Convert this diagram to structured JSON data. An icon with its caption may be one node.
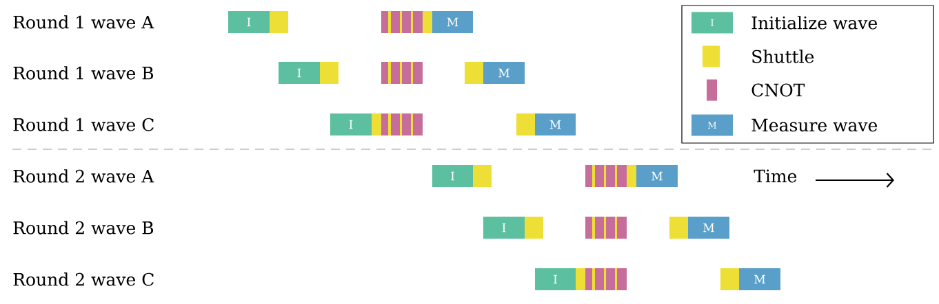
{
  "diagram": {
    "nodes": [
      {
        "text": [
          "I"
        ]
      },
      {
        "text": [
          "M"
        ]
      },
      {
        "text": [
          "I"
        ]
      },
      {
        "text": [
          "M"
        ]
      },
      {
        "text": [
          "I"
        ]
      },
      {
        "text": [
          "M"
        ]
      },
      {
        "text": [
          "I"
        ]
      },
      {
        "text": [
          "M"
        ]
      },
      {
        "text": [
          "I"
        ]
      },
      {
        "text": [
          "M"
        ]
      },
      {
        "text": [
          "I"
        ]
      },
      {
        "text": [
          "M"
        ]
      }
    ],
    "edges": [],
    "labels": [
      "Round 1 wave A",
      "Round 1 wave B",
      "Round 1 wave C",
      "Round 2 wave A",
      "Round 2 wave B",
      "Round 2 wave C",
      "I",
      "M",
      "Time"
    ],
    "legend": [
      {
        "text": "Initialize wave",
        "color": "#5cbfa0"
      },
      {
        "text": "Shuttle",
        "color": "#eedf36"
      },
      {
        "text": "CNOT",
        "color": "#c66d9c"
      },
      {
        "text": "Measure wave",
        "color": "#5a9fca"
      }
    ]
  }
}
